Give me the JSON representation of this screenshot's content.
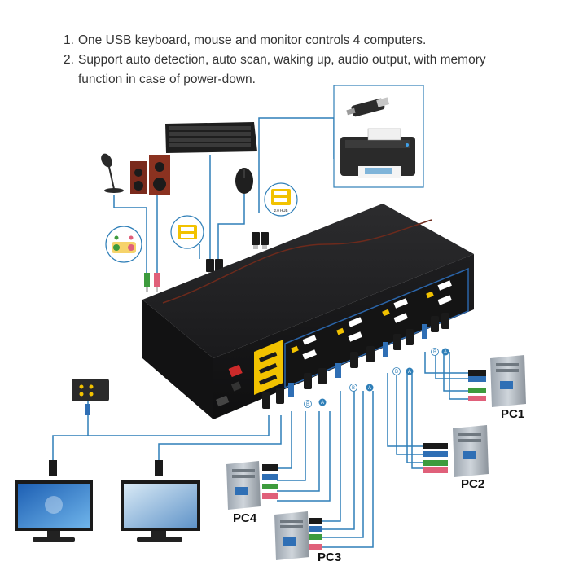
{
  "features": [
    {
      "num": "1.",
      "lines": [
        "One USB keyboard, mouse and monitor controls 4 computers."
      ]
    },
    {
      "num": "2.",
      "lines": [
        "Support auto detection, auto scan, waking up, audio output, with memory",
        "function in case of power-down."
      ]
    }
  ],
  "pcs": [
    {
      "label": "PC1"
    },
    {
      "label": "PC2"
    },
    {
      "label": "PC3"
    },
    {
      "label": "PC4"
    }
  ],
  "port_letters": {
    "b": "B",
    "a": "A"
  },
  "usb_hub_label": "2.0 HUB",
  "colors": {
    "cable": "#2f7fb8",
    "kvm_body": "#1c1c1e",
    "port_panel": "#141414",
    "port_panel_border": "#2a64a8",
    "usb_yellow": "#f2c200",
    "audio_green": "#3d9b3d",
    "audio_pink": "#e0607a"
  }
}
